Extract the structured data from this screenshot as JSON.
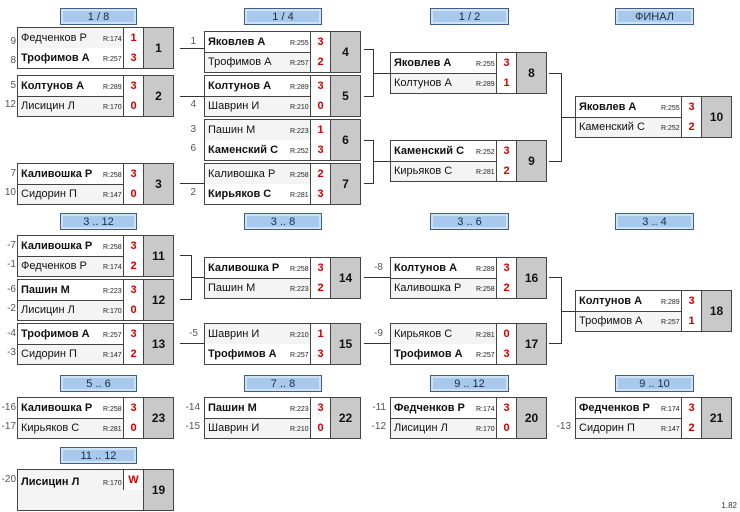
{
  "headers": [
    {
      "label": "1 / 8"
    },
    {
      "label": "1 / 4"
    },
    {
      "label": "1 / 2"
    },
    {
      "label": "ФИНАЛ"
    },
    {
      "label": "3 .. 12"
    },
    {
      "label": "3 .. 8"
    },
    {
      "label": "3 .. 6"
    },
    {
      "label": "3 .. 4"
    },
    {
      "label": "5 .. 6"
    },
    {
      "label": "7 .. 8"
    },
    {
      "label": "9 .. 12"
    },
    {
      "label": "9 .. 10"
    },
    {
      "label": "11 .. 12"
    }
  ],
  "matches": [
    {
      "num": "1",
      "p1": {
        "name": "Федченков Р",
        "rating": "R:174",
        "score": "1",
        "win": false
      },
      "p2": {
        "name": "Трофимов А",
        "rating": "R:257",
        "score": "3",
        "win": true
      },
      "s1": "9",
      "s2": "8"
    },
    {
      "num": "2",
      "p1": {
        "name": "Колтунов А",
        "rating": "R:289",
        "score": "3",
        "win": true
      },
      "p2": {
        "name": "Лисицин Л",
        "rating": "R:170",
        "score": "0",
        "win": false
      },
      "s1": "5",
      "s2": "12"
    },
    {
      "num": "3",
      "p1": {
        "name": "Каливошка Р",
        "rating": "R:258",
        "score": "3",
        "win": true
      },
      "p2": {
        "name": "Сидорин П",
        "rating": "R:147",
        "score": "0",
        "win": false
      },
      "s1": "7",
      "s2": "10"
    },
    {
      "num": "4",
      "p1": {
        "name": "Яковлев А",
        "rating": "R:255",
        "score": "3",
        "win": true
      },
      "p2": {
        "name": "Трофимов А",
        "rating": "R:257",
        "score": "2",
        "win": false
      },
      "s1": "1",
      "s2": ""
    },
    {
      "num": "5",
      "p1": {
        "name": "Колтунов А",
        "rating": "R:289",
        "score": "3",
        "win": true
      },
      "p2": {
        "name": "Шаврин И",
        "rating": "R:210",
        "score": "0",
        "win": false
      },
      "s1": "",
      "s2": "4"
    },
    {
      "num": "6",
      "p1": {
        "name": "Пашин М",
        "rating": "R:223",
        "score": "1",
        "win": false
      },
      "p2": {
        "name": "Каменский С",
        "rating": "R:252",
        "score": "3",
        "win": true
      },
      "s1": "3",
      "s2": "6"
    },
    {
      "num": "7",
      "p1": {
        "name": "Каливошка Р",
        "rating": "R:258",
        "score": "2",
        "win": false
      },
      "p2": {
        "name": "Кирьяков С",
        "rating": "R:281",
        "score": "3",
        "win": true
      },
      "s1": "",
      "s2": "2"
    },
    {
      "num": "8",
      "p1": {
        "name": "Яковлев А",
        "rating": "R:255",
        "score": "3",
        "win": true
      },
      "p2": {
        "name": "Колтунов А",
        "rating": "R:289",
        "score": "1",
        "win": false
      },
      "s1": "",
      "s2": ""
    },
    {
      "num": "9",
      "p1": {
        "name": "Каменский С",
        "rating": "R:252",
        "score": "3",
        "win": true
      },
      "p2": {
        "name": "Кирьяков С",
        "rating": "R:281",
        "score": "2",
        "win": false
      },
      "s1": "",
      "s2": ""
    },
    {
      "num": "10",
      "p1": {
        "name": "Яковлев А",
        "rating": "R:255",
        "score": "3",
        "win": true
      },
      "p2": {
        "name": "Каменский С",
        "rating": "R:252",
        "score": "2",
        "win": false
      },
      "s1": "",
      "s2": ""
    },
    {
      "num": "11",
      "p1": {
        "name": "Каливошка Р",
        "rating": "R:258",
        "score": "3",
        "win": true
      },
      "p2": {
        "name": "Федченков Р",
        "rating": "R:174",
        "score": "2",
        "win": false
      },
      "s1": "-7",
      "s2": "-1"
    },
    {
      "num": "12",
      "p1": {
        "name": "Пашин М",
        "rating": "R:223",
        "score": "3",
        "win": true
      },
      "p2": {
        "name": "Лисицин Л",
        "rating": "R:170",
        "score": "0",
        "win": false
      },
      "s1": "-6",
      "s2": "-2"
    },
    {
      "num": "13",
      "p1": {
        "name": "Трофимов А",
        "rating": "R:257",
        "score": "3",
        "win": true
      },
      "p2": {
        "name": "Сидорин П",
        "rating": "R:147",
        "score": "2",
        "win": false
      },
      "s1": "-4",
      "s2": "-3"
    },
    {
      "num": "14",
      "p1": {
        "name": "Каливошка Р",
        "rating": "R:258",
        "score": "3",
        "win": true
      },
      "p2": {
        "name": "Пашин М",
        "rating": "R:223",
        "score": "2",
        "win": false
      },
      "s1": "",
      "s2": ""
    },
    {
      "num": "15",
      "p1": {
        "name": "Шаврин И",
        "rating": "R:210",
        "score": "1",
        "win": false
      },
      "p2": {
        "name": "Трофимов А",
        "rating": "R:257",
        "score": "3",
        "win": true
      },
      "s1": "-5",
      "s2": ""
    },
    {
      "num": "16",
      "p1": {
        "name": "Колтунов А",
        "rating": "R:289",
        "score": "3",
        "win": true
      },
      "p2": {
        "name": "Каливошка Р",
        "rating": "R:258",
        "score": "2",
        "win": false
      },
      "s1": "-8",
      "s2": ""
    },
    {
      "num": "17",
      "p1": {
        "name": "Кирьяков С",
        "rating": "R:281",
        "score": "0",
        "win": false
      },
      "p2": {
        "name": "Трофимов А",
        "rating": "R:257",
        "score": "3",
        "win": true
      },
      "s1": "-9",
      "s2": ""
    },
    {
      "num": "18",
      "p1": {
        "name": "Колтунов А",
        "rating": "R:289",
        "score": "3",
        "win": true
      },
      "p2": {
        "name": "Трофимов А",
        "rating": "R:257",
        "score": "1",
        "win": false
      },
      "s1": "",
      "s2": ""
    },
    {
      "num": "23",
      "p1": {
        "name": "Каливошка Р",
        "rating": "R:258",
        "score": "3",
        "win": true
      },
      "p2": {
        "name": "Кирьяков С",
        "rating": "R:281",
        "score": "0",
        "win": false
      },
      "s1": "-16",
      "s2": "-17"
    },
    {
      "num": "22",
      "p1": {
        "name": "Пашин М",
        "rating": "R:223",
        "score": "3",
        "win": true
      },
      "p2": {
        "name": "Шаврин И",
        "rating": "R:210",
        "score": "0",
        "win": false
      },
      "s1": "-14",
      "s2": "-15"
    },
    {
      "num": "20",
      "p1": {
        "name": "Федченков Р",
        "rating": "R:174",
        "score": "3",
        "win": true
      },
      "p2": {
        "name": "Лисицин Л",
        "rating": "R:170",
        "score": "0",
        "win": false
      },
      "s1": "-11",
      "s2": "-12"
    },
    {
      "num": "21",
      "p1": {
        "name": "Федченков Р",
        "rating": "R:174",
        "score": "3",
        "win": true
      },
      "p2": {
        "name": "Сидорин П",
        "rating": "R:147",
        "score": "2",
        "win": false
      },
      "s1": "",
      "s2": "-13"
    }
  ],
  "single_match": {
    "num": "19",
    "name": "Лисицин Л",
    "rating": "R:170",
    "score": "W",
    "seed": "-20"
  },
  "version": "1.82"
}
